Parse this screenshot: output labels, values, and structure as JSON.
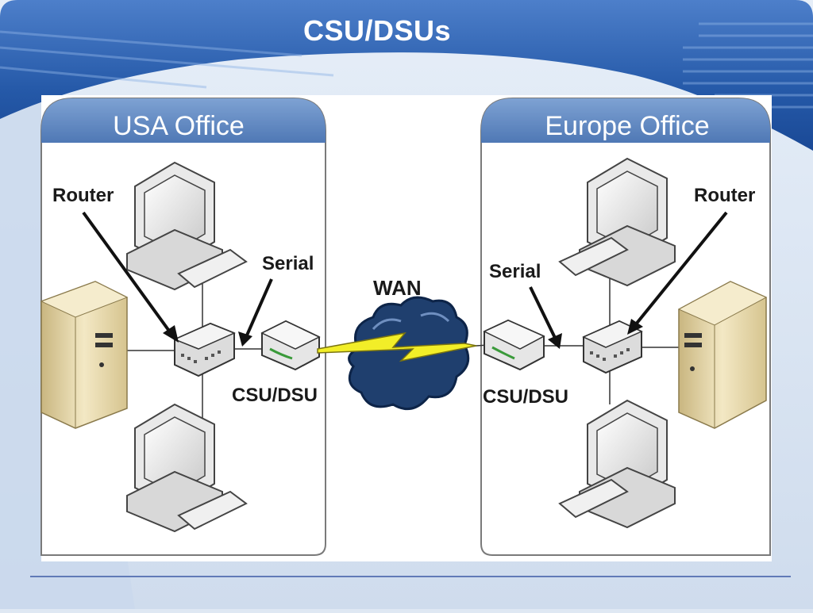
{
  "slide": {
    "title": "CSU/DSUs"
  },
  "diagram": {
    "left_office": {
      "title": "USA Office",
      "router_label": "Router",
      "serial_label": "Serial",
      "csu_dsu_label": "CSU/DSU"
    },
    "right_office": {
      "title": "Europe Office",
      "router_label": "Router",
      "serial_label": "Serial",
      "csu_dsu_label": "CSU/DSU"
    },
    "wan_label": "WAN"
  },
  "colors": {
    "header_blue": "#2b5fae",
    "panel_header": "#5e86bf",
    "server_tan": "#e8d8a6",
    "cloud": "#1d3e6e",
    "lightning": "#f2ee28"
  }
}
